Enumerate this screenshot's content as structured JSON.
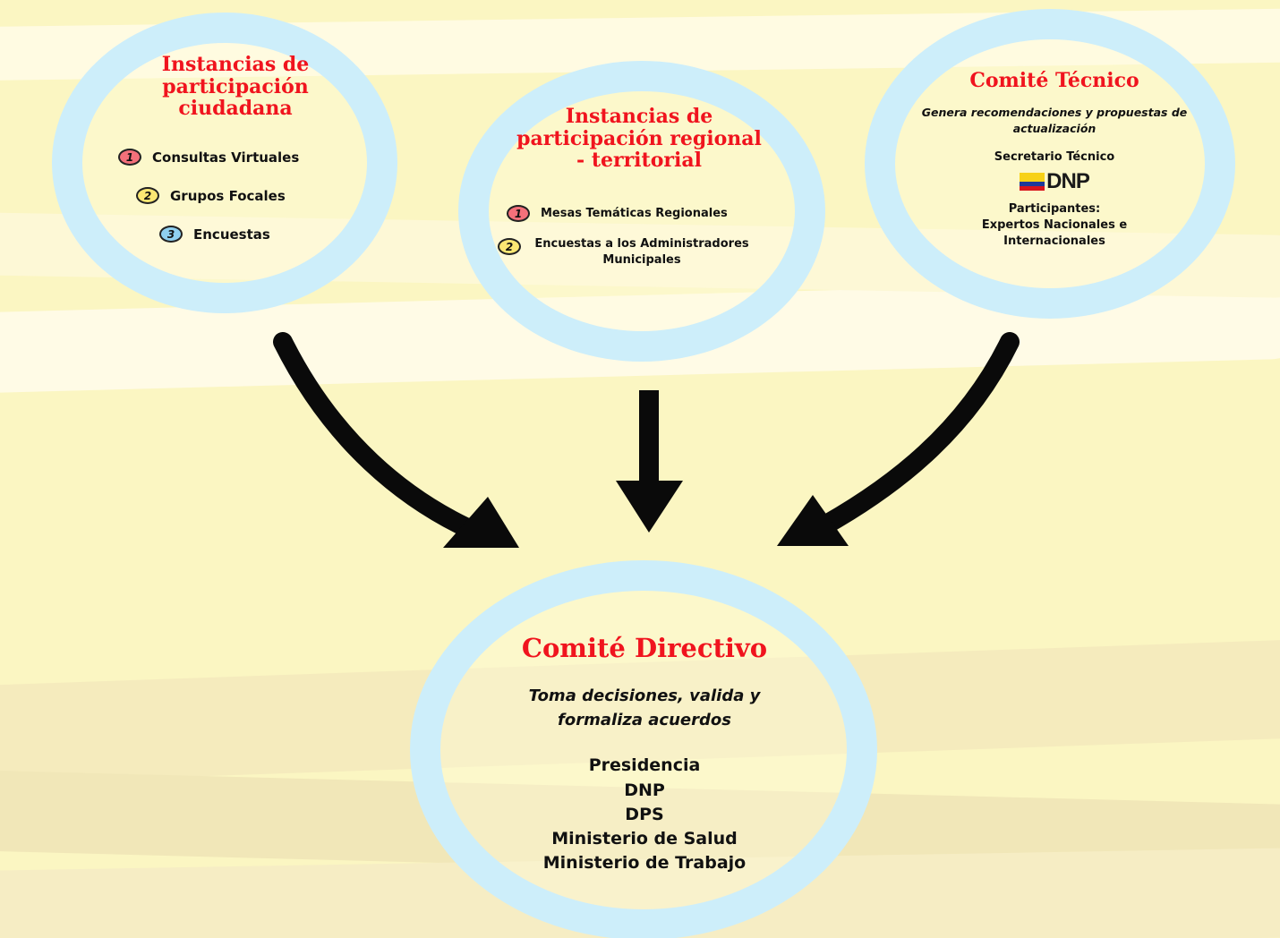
{
  "colors": {
    "background": "#fbf6c2",
    "ring": "#cdeefa",
    "title_red": "#f0141e",
    "arrow": "#0a0a0a"
  },
  "ciudadana": {
    "title_lines": [
      "Instancias de",
      "participación",
      "ciudadana"
    ],
    "items": [
      {
        "num": "1",
        "label": "Consultas Virtuales"
      },
      {
        "num": "2",
        "label": "Grupos Focales"
      },
      {
        "num": "3",
        "label": "Encuestas"
      }
    ]
  },
  "regional": {
    "title_lines": [
      "Instancias de",
      "participación regional",
      "- territorial"
    ],
    "items": [
      {
        "num": "1",
        "label": "Mesas Temáticas Regionales"
      },
      {
        "num": "2",
        "label": "Encuestas a los Administradores Municipales"
      }
    ]
  },
  "tecnico": {
    "title": "Comité Técnico",
    "description": "Genera recomendaciones y propuestas de actualización",
    "secretario_label": "Secretario Técnico",
    "logo_text": "DNP",
    "participantes_label": "Participantes:",
    "participantes": [
      "Expertos Nacionales e",
      "Internacionales"
    ]
  },
  "directivo": {
    "title": "Comité Directivo",
    "description_lines": [
      "Toma decisiones, valida y",
      "formaliza acuerdos"
    ],
    "members": [
      "Presidencia",
      "DNP",
      "DPS",
      "Ministerio de Salud",
      "Ministerio de Trabajo"
    ]
  }
}
